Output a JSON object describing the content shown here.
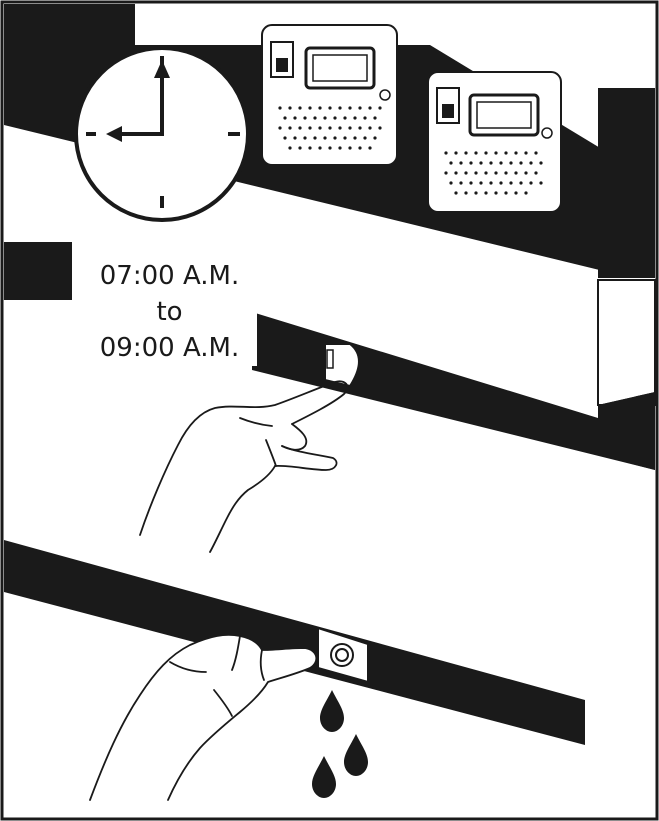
{
  "schedule": {
    "start_time": "07:00 A.M.",
    "connector": "to",
    "end_time": "09:00 A.M."
  },
  "colors": {
    "ink": "#1a1a1a",
    "paper": "#ffffff"
  },
  "icons": [
    "clock-icon",
    "control-panel-icon",
    "push-button-icon",
    "drain-valve-icon",
    "water-drop-icon",
    "hand-icon"
  ]
}
